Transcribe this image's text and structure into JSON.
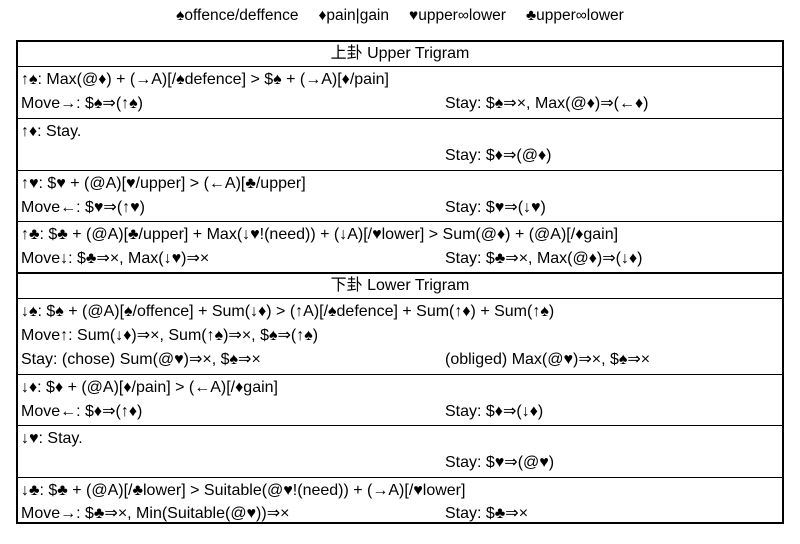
{
  "legend": [
    "♠offence/deffence",
    "♦pain|gain",
    "♥upper∞lower",
    "♣upper∞lower"
  ],
  "upper": {
    "title": "上卦 Upper Trigram",
    "spade": {
      "cond": "↑♠: Max(@♦) + (→A)[/♠defence] > $♠ + (→A)[♦/pain]",
      "move": "Move→: $♠⇒(↑♠)",
      "stay": "Stay: $♠⇒×, Max(@♦)⇒(←♦)"
    },
    "diamond": {
      "cond": "↑♦: Stay.",
      "stay": "Stay: $♦⇒(@♦)"
    },
    "heart": {
      "cond": "↑♥: $♥ + (@A)[♥/upper] > (←A)[♣/upper]",
      "move": "Move←: $♥⇒(↑♥)",
      "stay": "Stay: $♥⇒(↓♥)"
    },
    "club": {
      "cond": "↑♣: $♣ + (@A)[♣/upper] + Max(↓♥!(need)) + (↓A)[/♥lower] > Sum(@♦) + (@A)[/♦gain]",
      "move": "Move↓: $♣⇒×, Max(↓♥)⇒×",
      "stay": "Stay: $♣⇒×, Max(@♦)⇒(↓♦)"
    }
  },
  "lower": {
    "title": "下卦 Lower Trigram",
    "spade": {
      "cond": "↓♠: $♠ + (@A)[♠/offence] + Sum(↓♦) > (↑A)[/♠defence] + Sum(↑♦) + Sum(↑♠)",
      "move": "Move↑: Sum(↓♦)⇒×, Sum(↑♠)⇒×, $♠⇒(↑♠)",
      "stay": "Stay: (chose) Sum(@♥)⇒×, $♠⇒×",
      "obliged": "(obliged) Max(@♥)⇒×, $♠⇒×"
    },
    "diamond": {
      "cond": "↓♦: $♦ + (@A)[♦/pain] > (←A)[/♦gain]",
      "move": "Move←: $♦⇒(↑♦)",
      "stay": "Stay: $♦⇒(↓♦)"
    },
    "heart": {
      "cond": "↓♥: Stay.",
      "stay": "Stay: $♥⇒(@♥)"
    },
    "club": {
      "cond": "↓♣: $♣ + (@A)[/♣lower] > Suitable(@♥!(need)) + (→A)[/♥lower]",
      "move": "Move→: $♣⇒×, Min(Suitable(@♥))⇒×",
      "stay": "Stay: $♣⇒×"
    }
  }
}
